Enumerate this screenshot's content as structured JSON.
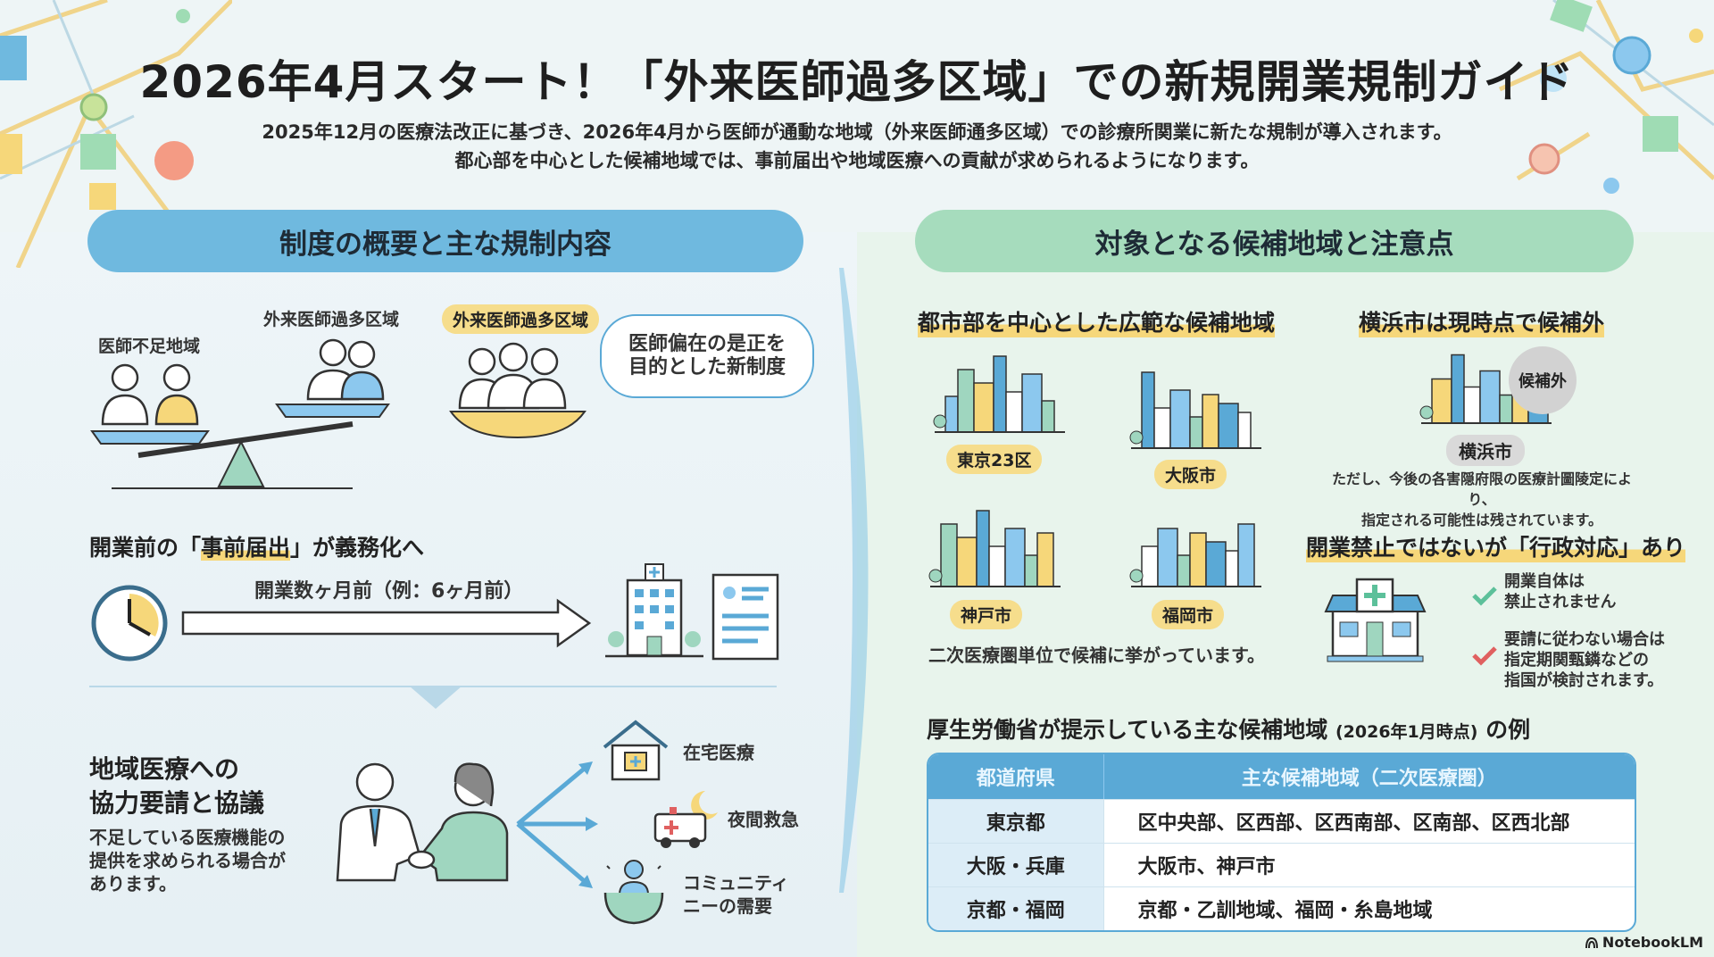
{
  "title": "2026年4月スタート！「外来医師過多区域」での新規開業規制ガイド",
  "subtitle": [
    "2025年12月の医療法改正に基づき、2026年4月から医師が通動な地域（外来医師通多区域）での診療所関業に新たな規制が導入されます。",
    "都心部を中心とした候補地域では、事前届出や地域医療への貢献が求められるようになります。"
  ],
  "left": {
    "header": "制度の概要と主な規制内容",
    "shortage_label": "医師不足地域",
    "excess_label": "外来医師過多区域",
    "excess_badge": "外来医師過多区域",
    "bubble": [
      "医師偏在の是正を",
      "目的とした新制度"
    ],
    "notice_heading_pre": "開業前の「",
    "notice_heading_hl": "事前届出",
    "notice_heading_post": "」が義務化へ",
    "timeline_label": "開業数ヶ月前（例：6ヶ月前）",
    "coop_heading": [
      "地域医療への",
      "協力要請と協議"
    ],
    "coop_desc": [
      "不足している医療機能の",
      "提供を求められる場合が",
      "あります。"
    ],
    "needs": [
      "在宅医療",
      "夜間救急",
      "コミュニティ",
      "ニーの需要"
    ]
  },
  "right": {
    "header": "対象となる候補地域と注意点",
    "urban_heading": "都市部を中心とした広範な候補地域",
    "cities": [
      "東京23区",
      "大阪市",
      "神戸市",
      "福岡市"
    ],
    "urban_note": "二次医療圏単位で候補に挙がっています。",
    "yokohama_heading": "横浜市は現時点で候補外",
    "excluded_badge": "候補外",
    "yokohama_label": "横浜市",
    "yokohama_note": [
      "ただし、今後の各害隠府限の医療計圖陵定により、",
      "指定される可能性は残されています。"
    ],
    "admin_heading": "開業禁止ではないが「行政対応」あり",
    "checks": [
      [
        "開業自体は",
        "禁止されません"
      ],
      [
        "要請に従わない場合は",
        "指定期関甄鏻などの",
        "指国が検討されます。"
      ]
    ],
    "table_title": "厚生労働省が提示している主な候補地域",
    "table_title_note": "(2026年1月時点)",
    "table_title_suffix": "の例",
    "table": {
      "headers": [
        "都道府県",
        "主な候補地域（二次医療圏）"
      ],
      "rows": [
        [
          "東京都",
          "区中央部、区西部、区西南部、区南部、区西北部"
        ],
        [
          "大阪・兵庫",
          "大阪市、神戸市"
        ],
        [
          "京都・福岡",
          "京都・乙訓地域、福岡・糸島地域"
        ]
      ]
    }
  },
  "footer": {
    "brand": "NotebookLM"
  },
  "colors": {
    "blue": "#6fb9df",
    "green": "#a6dcbd",
    "yellow": "#f6d77a",
    "check_ok": "#5cc09a",
    "check_warn": "#e06060"
  }
}
